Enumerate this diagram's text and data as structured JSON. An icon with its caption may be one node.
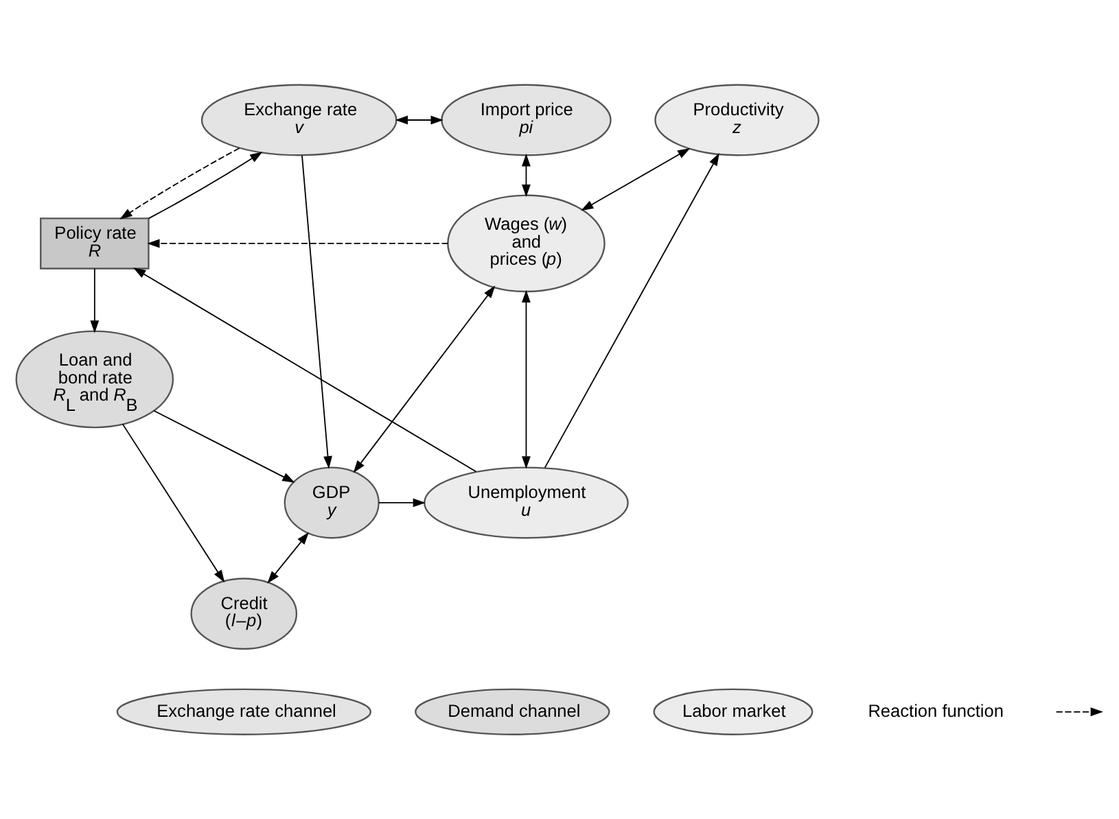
{
  "diagram": {
    "nodes": [
      {
        "text": [
          "Exchange rate",
          "v"
        ]
      },
      {
        "text": [
          "Import price",
          "pi"
        ]
      },
      {
        "text": [
          "Productivity",
          "z"
        ]
      },
      {
        "text": [
          "Policy rate",
          "R"
        ]
      },
      {
        "text": [
          "Wages (*w*) and prices (*p*)"
        ]
      },
      {
        "text": [
          "GDP",
          "y"
        ]
      },
      {
        "text": [
          "Unemployment",
          "u"
        ]
      },
      {
        "text": [
          "Loan and bond rate",
          "*R*$_{L}$ and *R*$_{B}$"
        ]
      },
      {
        "text": [
          "Credit",
          "(*l*–*p*)"
        ]
      }
    ],
    "edges": [
      {
        "from": 0,
        "to": 3,
        "arrow": "to",
        "style": "dashed"
      },
      {
        "from": 3,
        "to": 0,
        "arrow": "to"
      },
      {
        "from": 0,
        "to": 1,
        "arrow": "both"
      },
      {
        "from": 0,
        "to": 5,
        "arrow": "to"
      },
      {
        "from": 1,
        "to": 4,
        "arrow": "both"
      },
      {
        "from": 4,
        "to": 3,
        "arrow": "to",
        "style": "dashed"
      },
      {
        "from": 4,
        "to": 2,
        "arrow": "both"
      },
      {
        "from": 4,
        "to": 5,
        "arrow": "both"
      },
      {
        "from": 4,
        "to": 6,
        "arrow": "both"
      },
      {
        "from": 6,
        "to": 2,
        "arrow": "to"
      },
      {
        "from": 6,
        "to": 3,
        "arrow": "to"
      },
      {
        "from": 5,
        "to": 6,
        "arrow": "to"
      },
      {
        "from": 3,
        "to": 7,
        "arrow": "to"
      },
      {
        "from": 7,
        "to": 5,
        "arrow": "to"
      },
      {
        "from": 7,
        "to": 8,
        "arrow": "to"
      },
      {
        "from": 5,
        "to": 8,
        "arrow": "both"
      }
    ],
    "legend": [
      {
        "text": "Exchange rate channel"
      },
      {
        "text": "Demand channel"
      },
      {
        "text": "Labor market"
      },
      {
        "text": "Reaction function"
      }
    ]
  }
}
